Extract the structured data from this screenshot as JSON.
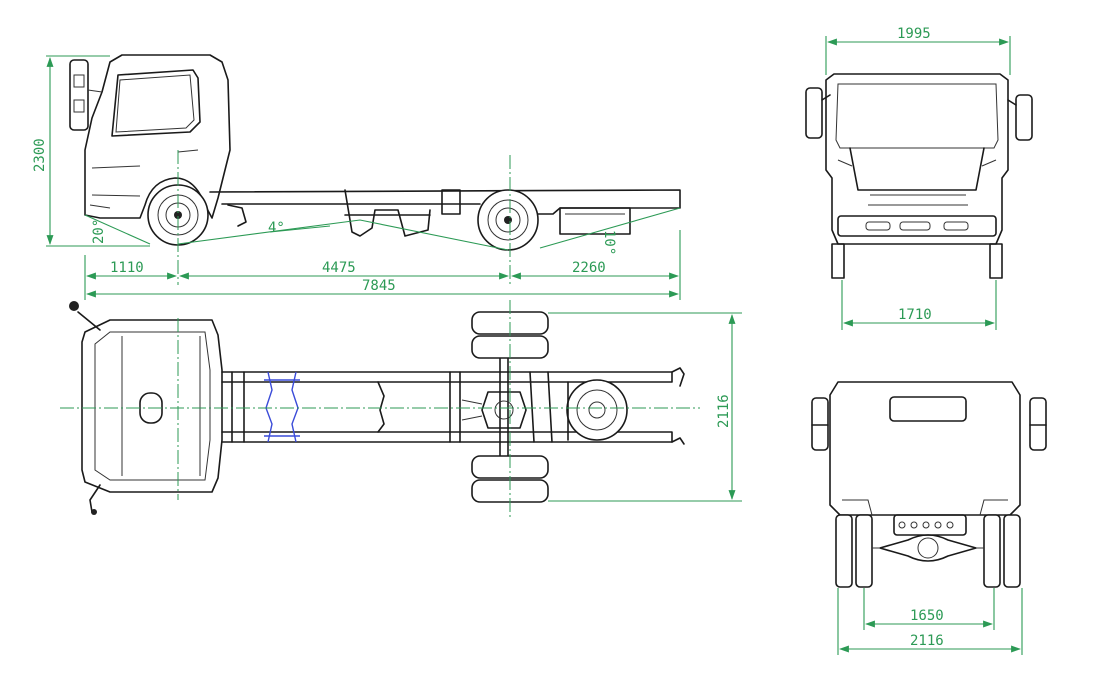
{
  "side_view": {
    "height": "2300",
    "front_overhang": "1110",
    "wheelbase": "4475",
    "rear_overhang": "2260",
    "overall_length": "7845",
    "approach_angle": "20°",
    "ramp_angle": "4°",
    "departure_angle": "10°"
  },
  "top_view": {
    "overall_width": "2116"
  },
  "front_view": {
    "cab_width": "1995",
    "front_track": "1710"
  },
  "rear_view": {
    "rear_track": "1650",
    "overall_width": "2116"
  },
  "colors": {
    "dimension_lines": "#2c9a55",
    "outline": "#1a1a1a",
    "highlight": "#3a4bd8"
  }
}
